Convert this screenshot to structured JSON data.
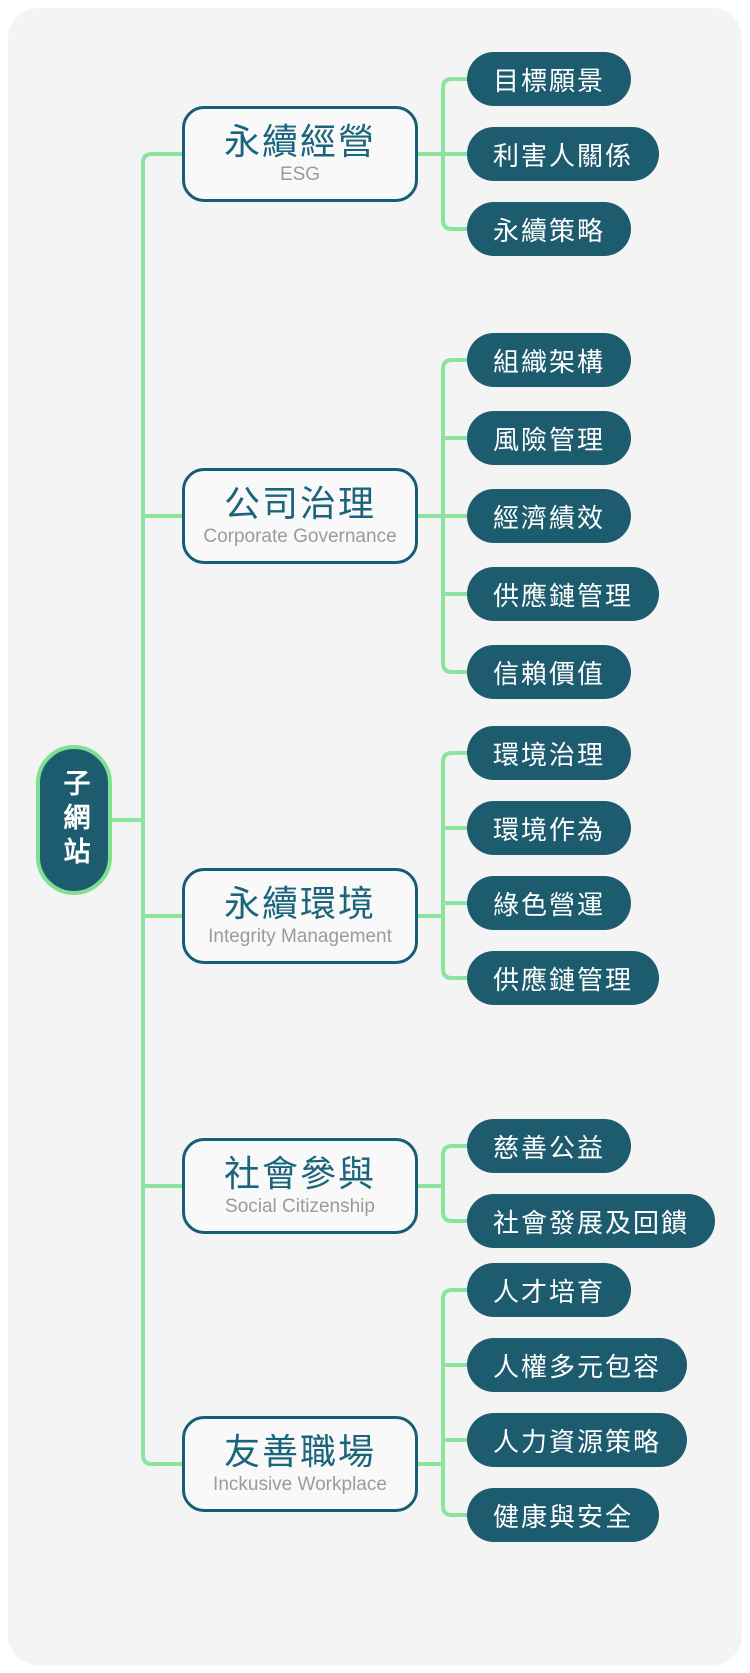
{
  "root": {
    "label": "子網站"
  },
  "groups": [
    {
      "title": "永續經營",
      "subtitle": "ESG",
      "leaves": [
        "目標願景",
        "利害人關係",
        "永續策略"
      ]
    },
    {
      "title": "公司治理",
      "subtitle": "Corporate Governance",
      "leaves": [
        "組織架構",
        "風險管理",
        "經濟績效",
        "供應鏈管理",
        "信賴價值"
      ]
    },
    {
      "title": "永續環境",
      "subtitle": "Integrity Management",
      "leaves": [
        "環境治理",
        "環境作為",
        "綠色營運",
        "供應鏈管理"
      ]
    },
    {
      "title": "社會參與",
      "subtitle": "Social Citizenship",
      "leaves": [
        "慈善公益",
        "社會發展及回饋"
      ]
    },
    {
      "title": "友善職場",
      "subtitle": "Inckusive Workplace",
      "leaves": [
        "人才培育",
        "人權多元包容",
        "人力資源策略",
        "健康與安全"
      ]
    }
  ],
  "colors": {
    "node_fill": "#1d5c6f",
    "box_border": "#155e75",
    "title_text": "#1a657c",
    "subtitle_text": "#9b9b9b",
    "connector": "#8ce49e",
    "root_border": "#80e092",
    "card_bg": "#f4f4f4",
    "leaf_text": "#ffffff"
  }
}
